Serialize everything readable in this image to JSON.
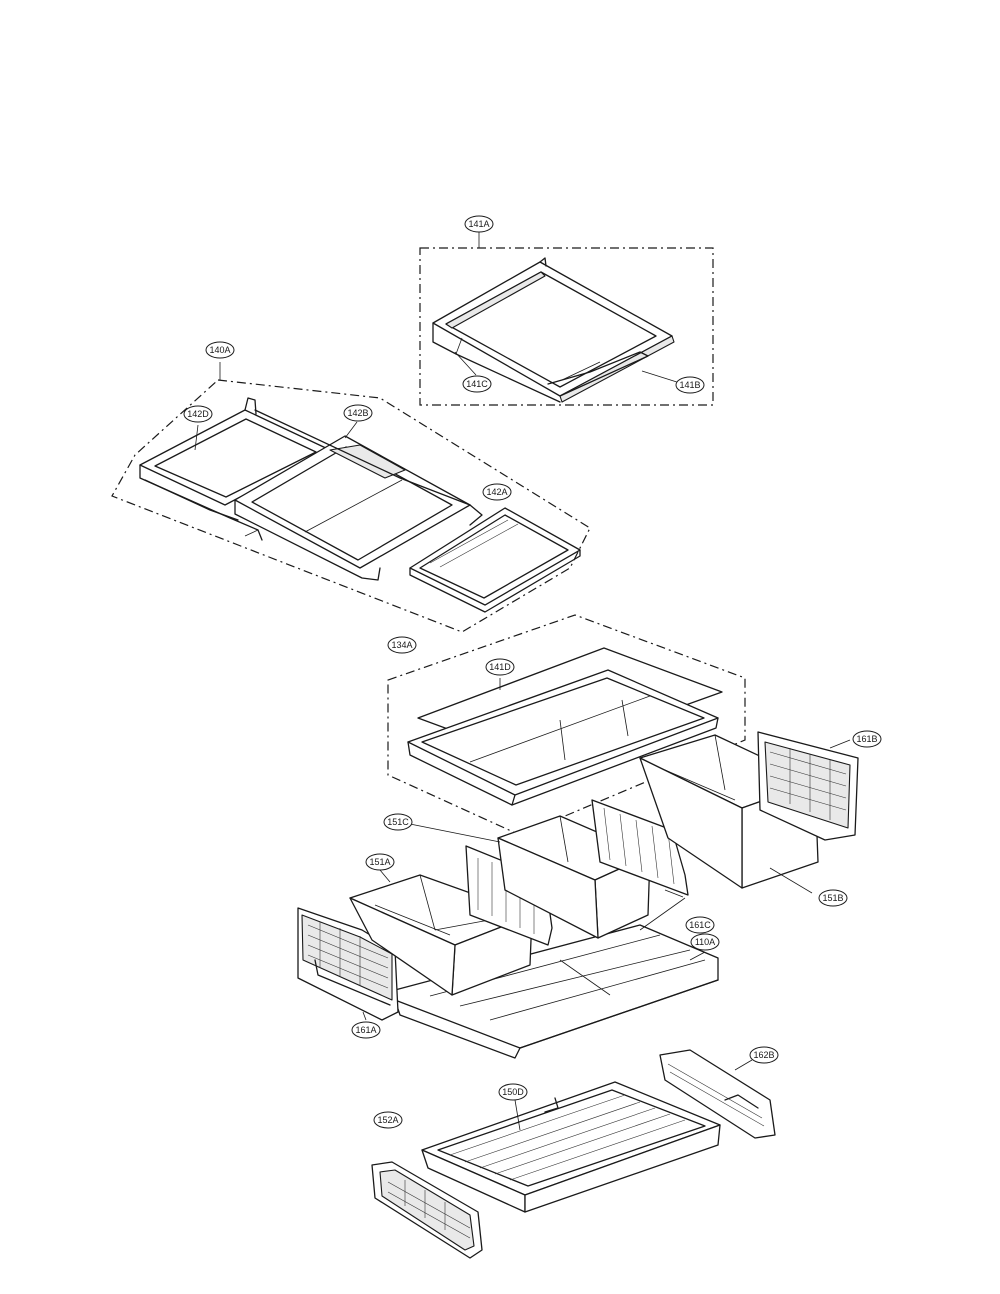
{
  "diagram": {
    "callouts": [
      {
        "id": "c141A",
        "label": "141A"
      },
      {
        "id": "c141C",
        "label": "141C"
      },
      {
        "id": "c141B",
        "label": "141B"
      },
      {
        "id": "c140A",
        "label": "140A"
      },
      {
        "id": "c142D",
        "label": "142D"
      },
      {
        "id": "c142B",
        "label": "142B"
      },
      {
        "id": "c142A",
        "label": "142A"
      },
      {
        "id": "c134A",
        "label": "134A"
      },
      {
        "id": "c141D",
        "label": "141D"
      },
      {
        "id": "c151B_top",
        "label": "161B"
      },
      {
        "id": "c151C",
        "label": "151C"
      },
      {
        "id": "c151A",
        "label": "151A"
      },
      {
        "id": "c151B",
        "label": "151B"
      },
      {
        "id": "c161C",
        "label": "161C"
      },
      {
        "id": "c110A",
        "label": "110A"
      },
      {
        "id": "c161A",
        "label": "161A"
      },
      {
        "id": "c162B",
        "label": "162B"
      },
      {
        "id": "c150D",
        "label": "150D"
      },
      {
        "id": "c152A",
        "label": "152A"
      }
    ]
  }
}
